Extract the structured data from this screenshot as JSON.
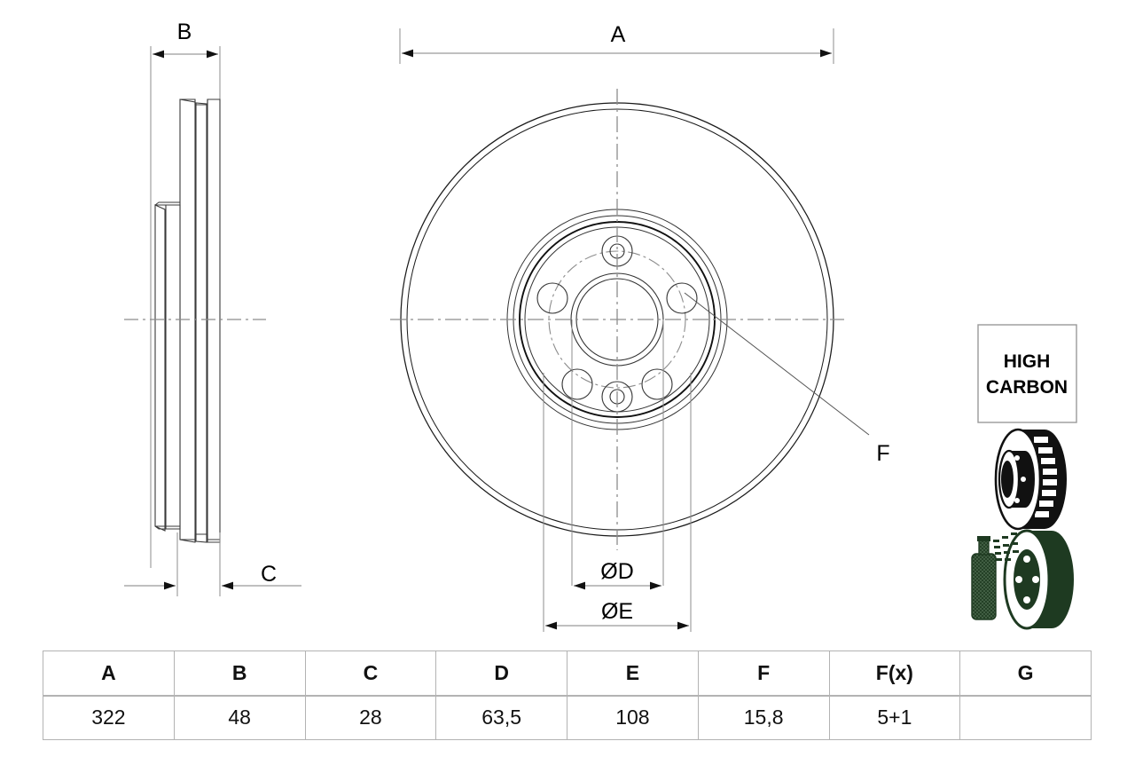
{
  "drawing": {
    "title": "brake-disc-technical-drawing",
    "dimension_labels": {
      "a": "A",
      "b": "B",
      "c": "C",
      "d": "ØD",
      "e": "ØE",
      "f": "F"
    }
  },
  "badge": {
    "line1": "HIGH",
    "line2": "CARBON"
  },
  "icons": {
    "vented_disc": "vented-brake-disc-icon",
    "coated_disc": "coating-spray-disc-icon",
    "spray_can": "spray-can-icon"
  },
  "colors": {
    "line": "#1a1a1a",
    "thin_line": "#444444",
    "center_line": "#8c8c8c",
    "dim_line": "#9a9a9a",
    "table_border": "#b3b3b3",
    "coating_green": "#1e3a21",
    "badge_border": "#999999",
    "text": "#111111"
  },
  "table": {
    "headers": [
      "A",
      "B",
      "C",
      "D",
      "E",
      "F",
      "F(x)",
      "G"
    ],
    "values": [
      "322",
      "48",
      "28",
      "63,5",
      "108",
      "15,8",
      "5+1",
      ""
    ]
  }
}
